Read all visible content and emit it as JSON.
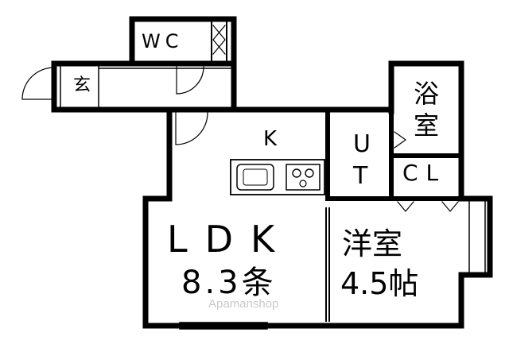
{
  "rooms": {
    "wc": "WC",
    "genkan": "玄",
    "kitchen": "K",
    "utility": "U\nT",
    "bath": "浴\n室",
    "closet": "CL",
    "ldk_name": "LDK",
    "ldk_size": "8.3条",
    "western_name": "洋室",
    "western_size": "4.5帖"
  },
  "watermark": "Apamanshop",
  "colors": {
    "wall": "#000000",
    "line": "#000000",
    "watermark": "#c9c9c9"
  }
}
